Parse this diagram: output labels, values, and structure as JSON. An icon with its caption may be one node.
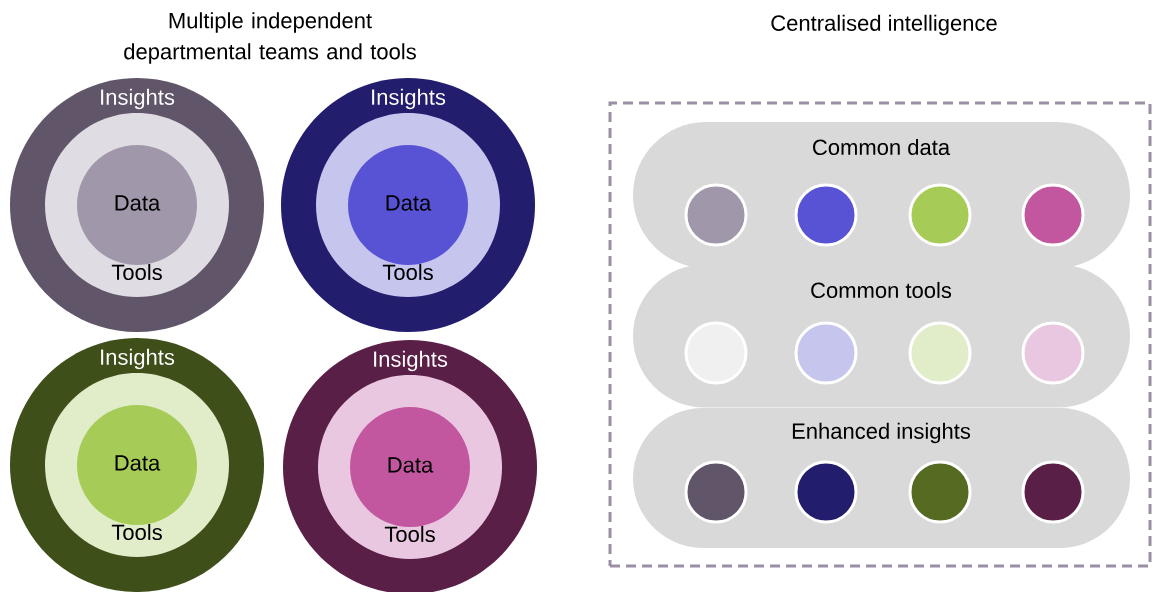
{
  "diagram": {
    "nodes": [
      {
        "text": [
          "Insights"
        ]
      },
      {
        "text": [
          "Tools"
        ],
        "in": 0
      },
      {
        "text": [
          "Data"
        ],
        "in": 1
      },
      {
        "text": [
          "Insights"
        ]
      },
      {
        "text": [
          "Tools"
        ],
        "in": 3
      },
      {
        "text": [
          "Data"
        ],
        "in": 4
      },
      {
        "text": [
          "Insights"
        ]
      },
      {
        "text": [
          "Tools"
        ],
        "in": 6
      },
      {
        "text": [
          "Data"
        ],
        "in": 7
      },
      {
        "text": [
          "Insights"
        ]
      },
      {
        "text": [
          "Tools"
        ],
        "in": 9
      },
      {
        "text": [
          "Data"
        ],
        "in": 10
      },
      {
        "text": [],
        "shape": "box"
      },
      {
        "text": [
          "Common data"
        ],
        "in": 12
      },
      {
        "text": [],
        "shape": "circle",
        "in": 13
      },
      {
        "text": [],
        "shape": "circle",
        "in": 13
      },
      {
        "text": [],
        "shape": "circle",
        "in": 13
      },
      {
        "text": [],
        "shape": "circle",
        "in": 13
      },
      {
        "text": [
          "Common tools"
        ],
        "in": 12
      },
      {
        "text": [],
        "shape": "circle",
        "in": 18
      },
      {
        "text": [],
        "shape": "circle",
        "in": 18
      },
      {
        "text": [],
        "shape": "circle",
        "in": 18
      },
      {
        "text": [],
        "shape": "circle",
        "in": 18
      },
      {
        "text": [
          "Enhanced insights"
        ],
        "in": 12
      },
      {
        "text": [],
        "shape": "circle",
        "in": 23
      },
      {
        "text": [],
        "shape": "circle",
        "in": 23
      },
      {
        "text": [],
        "shape": "circle",
        "in": 23
      },
      {
        "text": [],
        "shape": "circle",
        "in": 23
      }
    ],
    "labels": [
      "Multiple independent departmental teams and tools",
      "Centralised intelligence"
    ]
  }
}
